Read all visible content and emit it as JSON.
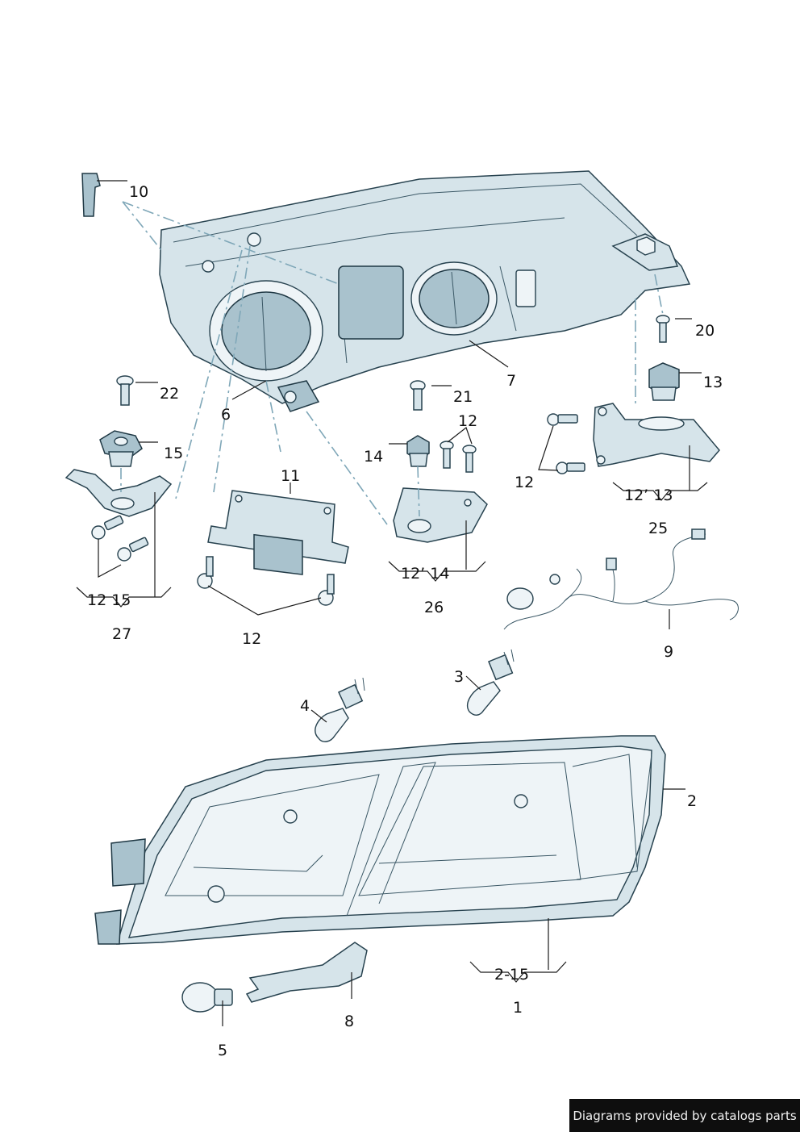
{
  "labels": {
    "p10": "10",
    "p6": "6",
    "p7": "7",
    "p20": "20",
    "p13": "13",
    "p22": "22",
    "p21": "21",
    "p15": "15",
    "p14": "14",
    "p12a": "12",
    "p12b": "12",
    "p12c": "12",
    "p11": "11",
    "p27": "27",
    "p26": "26",
    "p25": "25",
    "p9": "9",
    "p4": "4",
    "p3": "3",
    "p2": "2",
    "p1": "1",
    "p8": "8",
    "p5": "5",
    "g1215": "12 15",
    "g1214": "12’ 14",
    "g1213": "12’ 13",
    "g215": "2-15"
  },
  "footer": "Diagrams provided by catalogs parts"
}
